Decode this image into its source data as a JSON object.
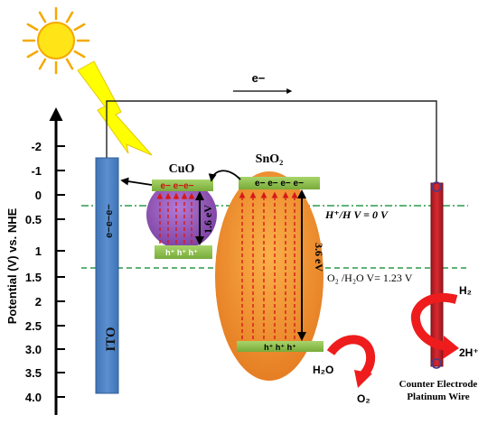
{
  "axis": {
    "label": "Potential (V) vs. NHE",
    "ticks": [
      "-2",
      "-1",
      "0",
      "0.5",
      "1",
      "1.5",
      "2",
      "2.5",
      "3.0",
      "3.5",
      "4.0"
    ]
  },
  "circuit": {
    "electron_label": "e−"
  },
  "ito": {
    "label": "ITO",
    "electrons": "e−e−e−"
  },
  "cuo": {
    "title": "CuO",
    "electrons": "e− e−e−",
    "holes": "h⁺ h⁺ h⁺",
    "gap": "1.6 eV"
  },
  "sno2": {
    "title": "SnO₂",
    "electrons": "e− e− e− e−",
    "holes": "h⁺ h⁺ h⁺",
    "gap": "3.6 eV"
  },
  "levels": {
    "h_level": "H⁺/H V = 0 V",
    "o_level": "O₂ /H₂O V= 1.23 V"
  },
  "reactions": {
    "h2": "H₂",
    "h_plus": "2H⁺",
    "h2o": "H₂O",
    "o2": "O₂"
  },
  "counter": {
    "line1": "Counter Electrode",
    "line2": "Platinum Wire"
  },
  "colors": {
    "ito": "#4a7fc1",
    "cuo": "#8a55b5",
    "sno2": "#f08c3a",
    "band": "#8dc04e",
    "wire": "#c0262c",
    "guide": "#2a9a4a",
    "arrow": "#ee1c1c",
    "sun": "#ffe417"
  }
}
